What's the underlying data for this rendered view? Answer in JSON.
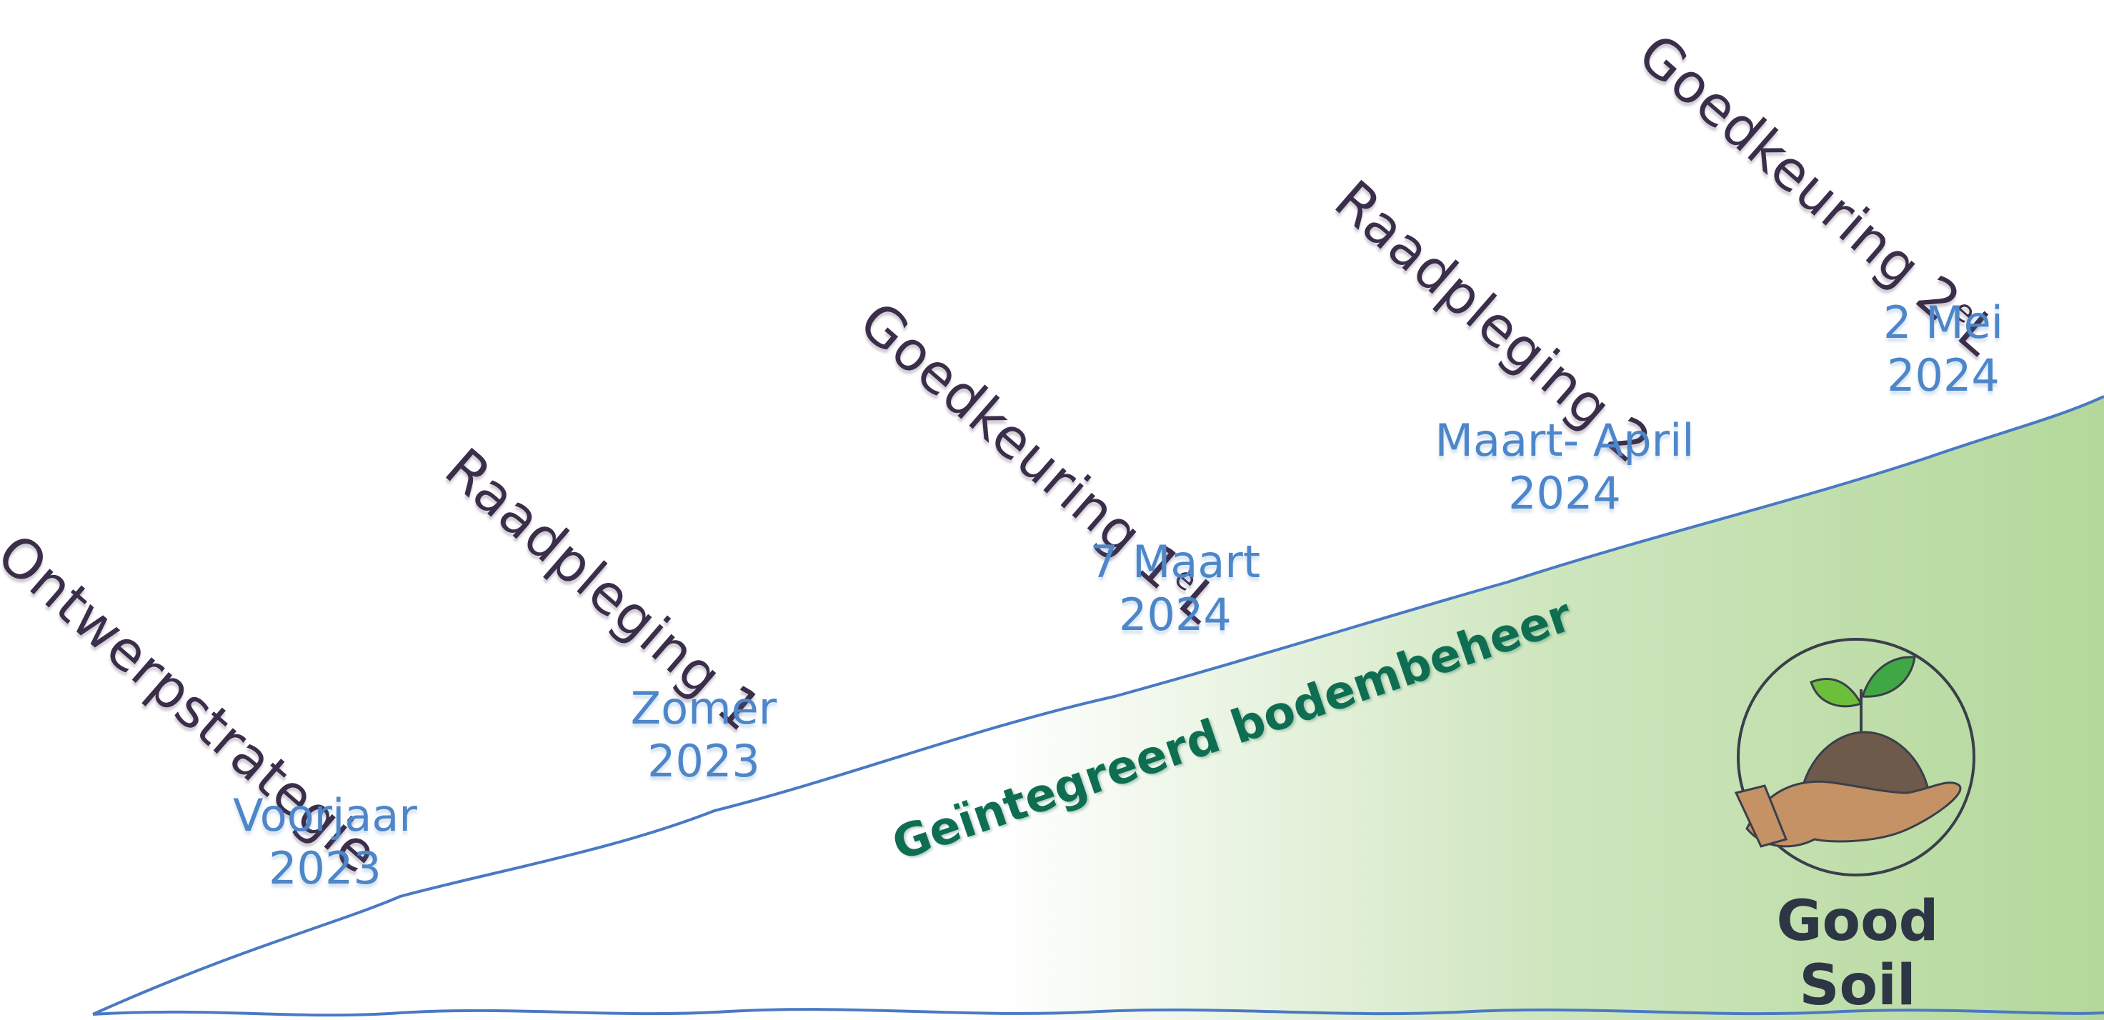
{
  "colors": {
    "slope_fill_start": "#ffffff",
    "slope_fill_end": "#b4d89b",
    "slope_line": "#4a79c4",
    "milestone_text": "#3b2e4a",
    "date_text": "#4d86c9",
    "band_text": "#0f6e52",
    "logo_text": "#2d3644"
  },
  "band_label": "Geïntegreerd bodembeheer",
  "milestones": [
    {
      "title": "Ontwerpstrategie",
      "superscript": "",
      "suffix": "",
      "date_line1": "Voorjaar",
      "date_line2": "2023"
    },
    {
      "title": "Raadpleging 1",
      "superscript": "",
      "suffix": "",
      "date_line1": "Zomer",
      "date_line2": "2023"
    },
    {
      "title": "Goedkeuring 1",
      "superscript": "e",
      "suffix": "L",
      "date_line1": "7 Maart",
      "date_line2": "2024"
    },
    {
      "title": "Raadpleging 2",
      "superscript": "",
      "suffix": "",
      "date_line1": "Maart- April",
      "date_line2": "2024"
    },
    {
      "title": "Goedkeuring 2",
      "superscript": "e",
      "suffix": "L",
      "date_line1": "2 Mei",
      "date_line2": "2024"
    }
  ],
  "logo": {
    "name": "Good Soil",
    "icon": "seedling-in-hand-icon"
  }
}
